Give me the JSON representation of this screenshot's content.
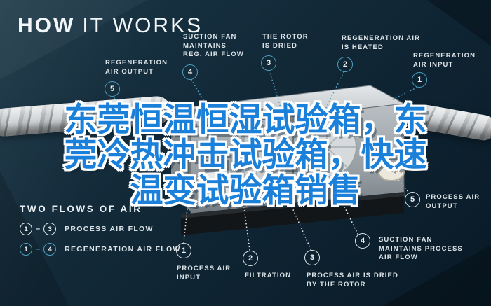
{
  "title": {
    "bold": "HOW",
    "light": "IT WORKS"
  },
  "headline": {
    "line1": "东莞恒温恒湿试验箱，东",
    "line2": "莞冷热冲击试验箱，快速",
    "line3": "温变试验箱销售"
  },
  "colors": {
    "background": "#122938",
    "accent_teal": "#4e9fc0",
    "circle_white": "#e2e9ec",
    "headline_blue": "#1b80d9",
    "headline_outline": "#ffffff",
    "label_text": "#dce4e8"
  },
  "callouts": {
    "regeneration": [
      {
        "num": "1",
        "label": "REGENERATION AIR INPUT",
        "lines": [
          "REGENERATION",
          "AIR INPUT"
        ]
      },
      {
        "num": "2",
        "label": "REGENERATION AIR IS HEATED",
        "lines": [
          "REGENERATION AIR",
          "IS HEATED"
        ]
      },
      {
        "num": "3",
        "label": "THE ROTOR IS DRIED",
        "lines": [
          "THE ROTOR",
          "IS DRIED"
        ]
      },
      {
        "num": "4",
        "label": "SUCTION FAN MAINTAINS REG. AIR FLOW",
        "lines": [
          "SUCTION FAN",
          "MAINTAINS",
          "REG. AIR FLOW"
        ]
      },
      {
        "num": "5",
        "label": "REGENERATION AIR OUTPUT",
        "lines": [
          "REGENERATION",
          "AIR OUTPUT"
        ]
      }
    ],
    "process": [
      {
        "num": "1",
        "label": "PROCESS AIR INPUT",
        "lines": [
          "PROCESS AIR",
          "INPUT"
        ]
      },
      {
        "num": "2",
        "label": "FILTRATION",
        "lines": [
          "FILTRATION"
        ]
      },
      {
        "num": "3",
        "label": "PROCESS AIR IS DRIED BY THE ROTOR",
        "lines": [
          "PROCESS AIR IS DRIED",
          "BY THE ROTOR"
        ]
      },
      {
        "num": "4",
        "label": "SUCTION FAN MAINTAINS PROCESS AIR FLOW",
        "lines": [
          "SUCTION FAN",
          "MAINTAINS PROCESS",
          "AIR FLOW"
        ]
      },
      {
        "num": "5",
        "label": "PROCESS AIR OUTPUT",
        "lines": [
          "PROCESS AIR",
          "OUTPUT"
        ]
      }
    ]
  },
  "legend": {
    "title": "TWO FLOWS OF AIR",
    "rows": [
      {
        "start": "1",
        "dash": "–",
        "end": "3",
        "label": "PROCESS AIR FLOW",
        "style": "white"
      },
      {
        "start": "1",
        "dash": "–",
        "end": "4",
        "label": "REGENERATION AIR FLOW",
        "style": "teal"
      }
    ]
  }
}
